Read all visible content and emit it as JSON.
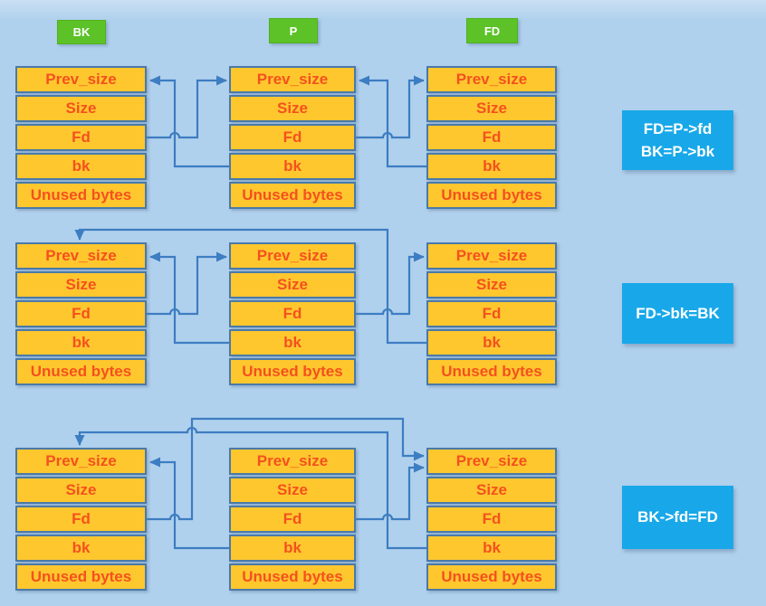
{
  "colors": {
    "canvas_top": "#c9dff4",
    "canvas": "#b0d1ed",
    "cell_fill": "#ffc72e",
    "cell_border": "#4a7aa8",
    "cell_text": "#f4511e",
    "arrow": "#3d7dc2",
    "label_bg": "#5cc228",
    "label_border": "#50b11d",
    "label_text": "#ffffff",
    "note_bg": "#18a8e9",
    "note_text": "#ffffff"
  },
  "labels": {
    "bk": "BK",
    "p": "P",
    "fd": "FD"
  },
  "chunk_fields": [
    "Prev_size",
    "Size",
    "Fd",
    "bk",
    "Unused bytes"
  ],
  "annotations": [
    {
      "lines": [
        "FD=P->fd",
        "BK=P->bk"
      ]
    },
    {
      "lines": [
        "FD->bk=BK"
      ]
    },
    {
      "lines": [
        "BK->fd=FD"
      ]
    }
  ]
}
